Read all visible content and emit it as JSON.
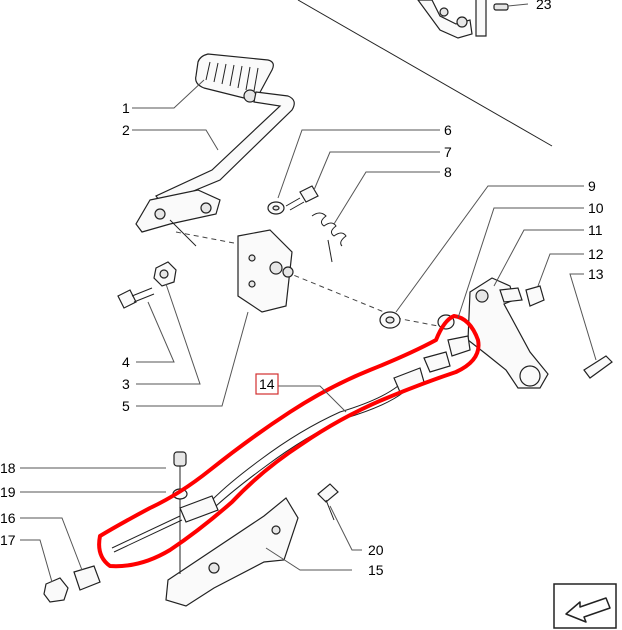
{
  "callouts": {
    "c1": "1",
    "c2": "2",
    "c3": "3",
    "c4": "4",
    "c5": "5",
    "c6": "6",
    "c7": "7",
    "c8": "8",
    "c9": "9",
    "c10": "10",
    "c11": "11",
    "c12": "12",
    "c13": "13",
    "c14": "14",
    "c15": "15",
    "c16": "16",
    "c17": "17",
    "c18": "18",
    "c19": "19",
    "c20": "20",
    "c23": "23"
  },
  "icons": {
    "navigation": "back-arrow-icon"
  },
  "colors": {
    "highlight": "#ff0000",
    "callout_box": "#d32f2f",
    "line": "#222222"
  }
}
